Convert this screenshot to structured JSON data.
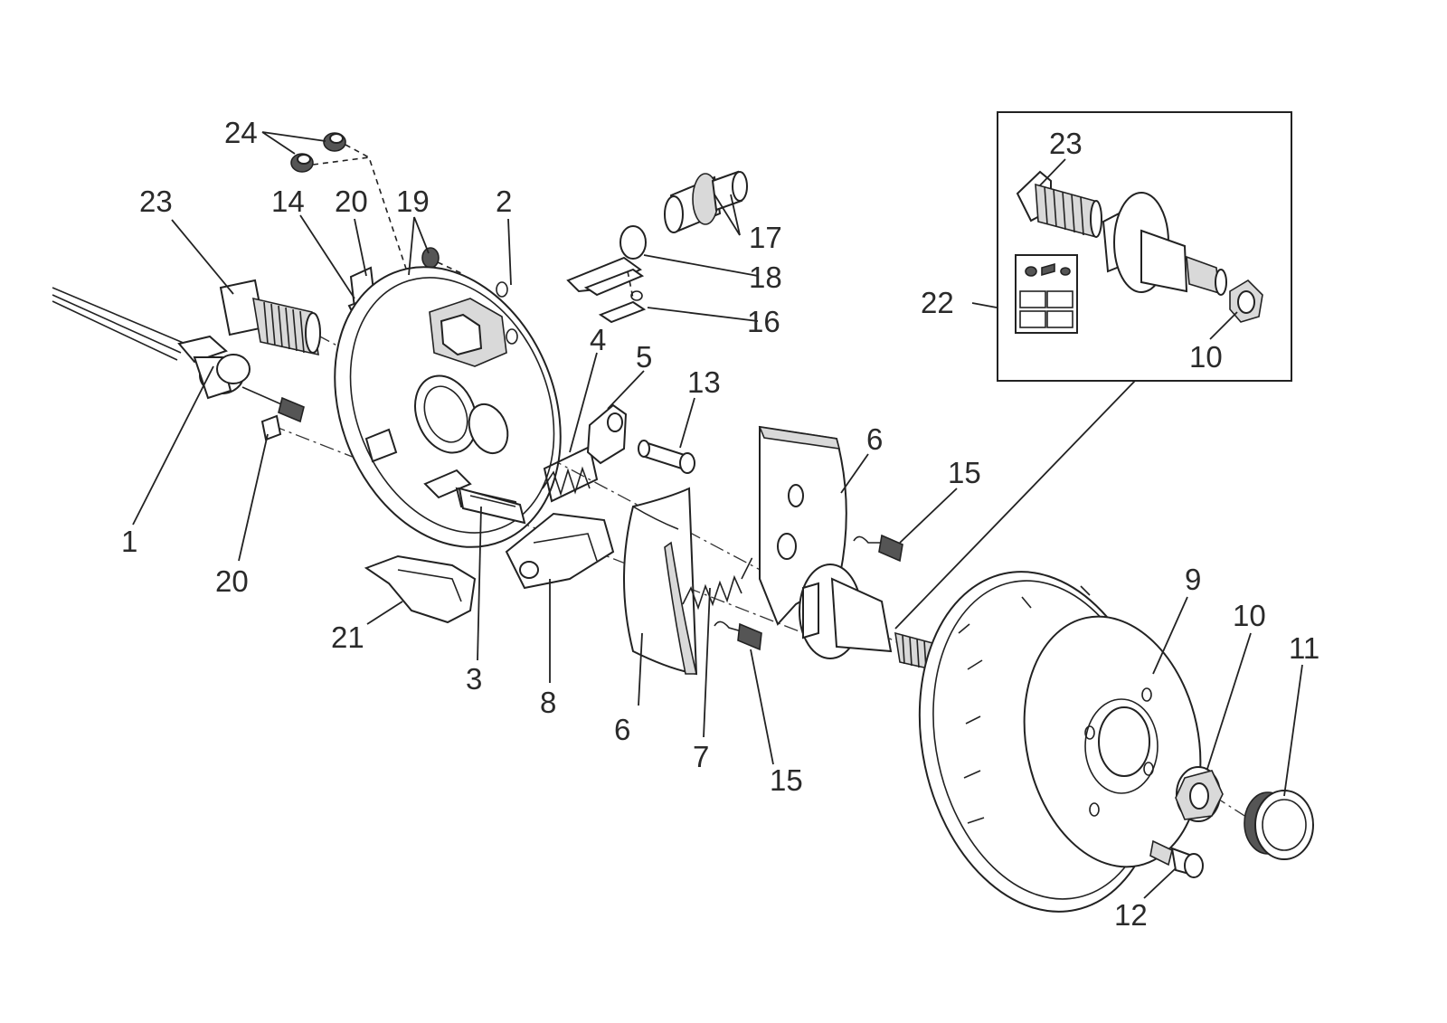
{
  "labels": {
    "l1": "1",
    "l2": "2",
    "l3": "3",
    "l4": "4",
    "l5": "5",
    "l6a": "6",
    "l6b": "6",
    "l7": "7",
    "l8": "8",
    "l9": "9",
    "l10a": "10",
    "l10b": "10",
    "l11": "11",
    "l12": "12",
    "l13": "13",
    "l14": "14",
    "l15a": "15",
    "l15b": "15",
    "l16": "16",
    "l17": "17",
    "l18": "18",
    "l19": "19",
    "l20a": "20",
    "l20b": "20",
    "l21": "21",
    "l22": "22",
    "l23a": "23",
    "l23b": "23",
    "l24": "24"
  },
  "colors": {
    "line": "#222222",
    "shade": "#d9d9d9",
    "label": "#2a2a2a"
  }
}
